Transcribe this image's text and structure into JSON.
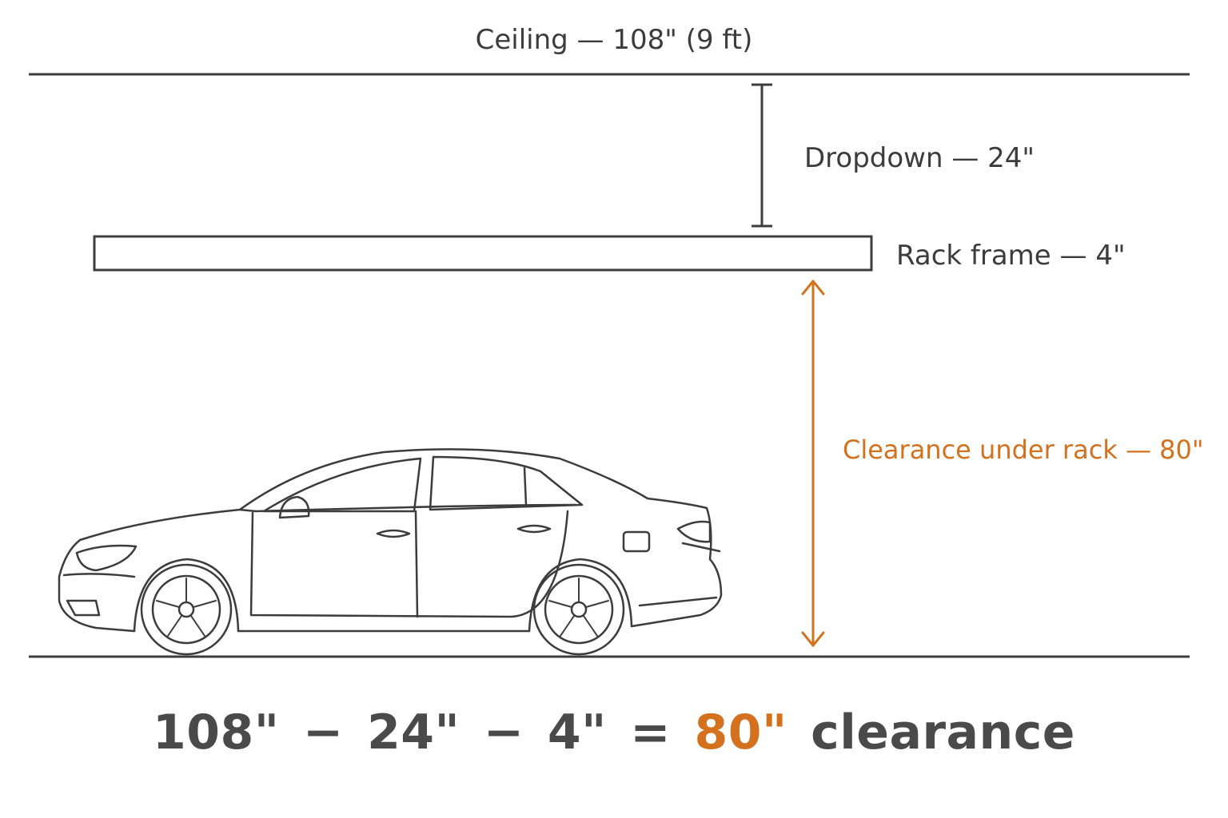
{
  "labels": {
    "ceiling": "Ceiling — 108\" (9 ft)",
    "dropdown": "Dropdown — 24\"",
    "rack_frame": "Rack frame — 4\"",
    "clearance": "Clearance under rack — 80\""
  },
  "equation": {
    "ceiling_value": "108\"",
    "minus_1": "−",
    "dropdown_value": "24\"",
    "minus_2": "−",
    "rack_value": "4\"",
    "equals": "=",
    "result": "80\"",
    "result_word": "clearance"
  },
  "colors": {
    "line": "#3c3c3c",
    "accent": "#d4711f",
    "text": "#3c3c3c"
  },
  "icons": {
    "vehicle": "sedan-car-icon",
    "clearance_arrow": "double-arrow-icon"
  }
}
